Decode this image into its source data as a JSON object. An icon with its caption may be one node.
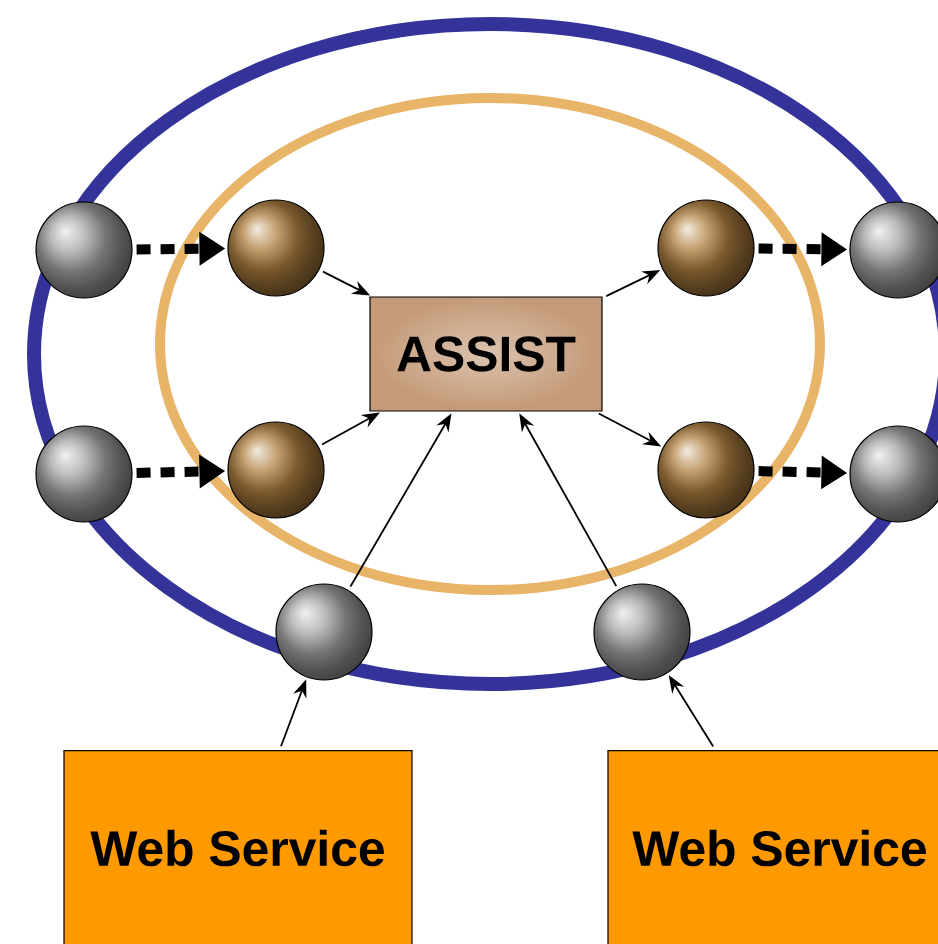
{
  "diagram": {
    "nodes": [
      {
        "text": [],
        "shape": "circle"
      },
      {
        "text": [],
        "shape": "circle"
      },
      {
        "text": [],
        "shape": "circle"
      },
      {
        "text": [],
        "shape": "circle"
      },
      {
        "text": [
          "ASSIST"
        ]
      },
      {
        "text": [],
        "shape": "circle"
      },
      {
        "text": [],
        "shape": "circle"
      },
      {
        "text": [],
        "shape": "circle"
      },
      {
        "text": [],
        "shape": "circle"
      },
      {
        "text": [],
        "shape": "circle"
      },
      {
        "text": [],
        "shape": "circle"
      },
      {
        "text": [
          "Web Service"
        ]
      },
      {
        "text": [
          "Web Service"
        ]
      }
    ],
    "edges": [
      {
        "from": 0,
        "to": 1,
        "arrow": "to",
        "style": "dashed"
      },
      {
        "from": 5,
        "to": 6,
        "arrow": "to",
        "style": "dashed"
      },
      {
        "from": 2,
        "to": 3,
        "arrow": "to",
        "style": "dashed"
      },
      {
        "from": 7,
        "to": 8,
        "arrow": "to",
        "style": "dashed"
      },
      {
        "from": 1,
        "to": 4,
        "arrow": "to"
      },
      {
        "from": 6,
        "to": 4,
        "arrow": "to"
      },
      {
        "from": 4,
        "to": 2,
        "arrow": "to"
      },
      {
        "from": 4,
        "to": 7,
        "arrow": "to"
      },
      {
        "from": 9,
        "to": 4,
        "arrow": "to"
      },
      {
        "from": 10,
        "to": 4,
        "arrow": "to"
      },
      {
        "from": 11,
        "to": 9,
        "arrow": "to"
      },
      {
        "from": 12,
        "to": 10,
        "arrow": "to"
      }
    ]
  }
}
